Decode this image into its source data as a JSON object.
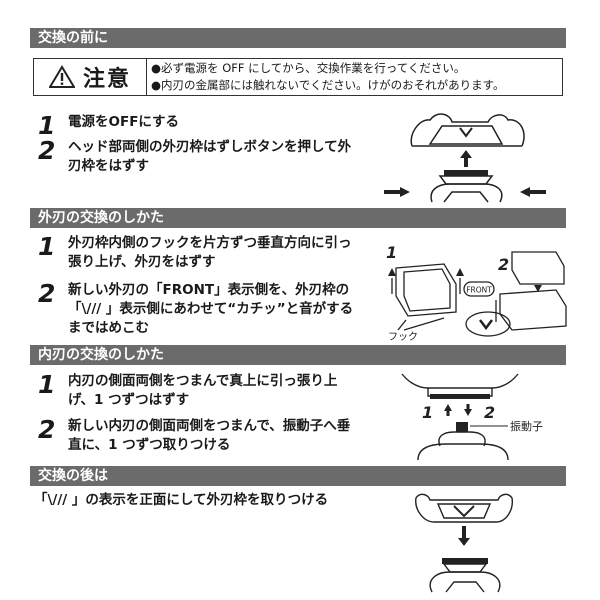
{
  "sections": {
    "before": "交換の前に",
    "outer": "外刃の交換のしかた",
    "inner": "内刃の交換のしかた",
    "after": "交換の後は"
  },
  "caution": {
    "label": "注意",
    "line1": "●必ず電源を OFF にしてから、交換作業を行ってください。",
    "line2": "●内刃の金属部には触れないでください。けがのおそれがあります。"
  },
  "before_steps": [
    {
      "num": "1",
      "text": "電源をOFFにする"
    },
    {
      "num": "2",
      "text": "ヘッド部両側の外刃枠はずしボタンを押して外刃枠をはずす"
    }
  ],
  "outer_steps": [
    {
      "num": "1",
      "text": "外刃枠内側のフックを片方ずつ垂直方向に引っ張り上げ、外刃をはずす"
    },
    {
      "num": "2",
      "text": "新しい外刃の「FRONT」表示側を、外刃枠の「\\/// 」表示側にあわせて“カチッ”と音がするまではめこむ"
    }
  ],
  "inner_steps": [
    {
      "num": "1",
      "text": "内刃の側面両側をつまんで真上に引っ張り上げ、1 つずつはずす"
    },
    {
      "num": "2",
      "text": "新しい内刃の側面両側をつまんで、振動子へ垂直に、1 つずつ取りつける"
    }
  ],
  "after_text": "「\\/// 」の表示を正面にして外刃枠を取りつける",
  "figure_labels": {
    "hook": "フック",
    "front": "FRONT",
    "fig_num_1": "1",
    "fig_num_2": "2",
    "inner_num_1": "1",
    "inner_num_2": "2",
    "vibrator": "振動子"
  }
}
